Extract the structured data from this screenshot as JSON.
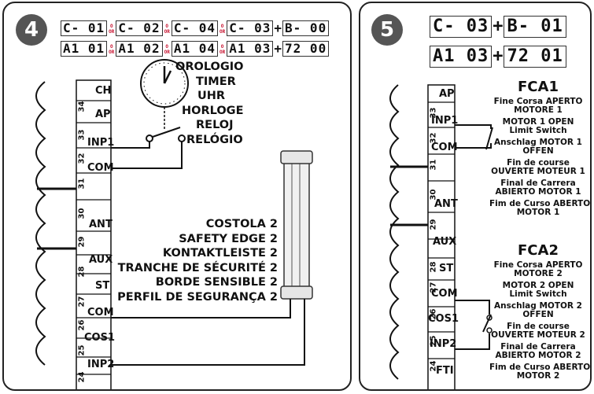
{
  "panel4": {
    "badge": "4",
    "codes_row1": [
      "C- 01",
      "C- 02",
      "C- 04",
      "C- 03",
      "B- 00"
    ],
    "codes_row2": [
      "A1 01",
      "A1 02",
      "A1 04",
      "A1 03",
      "72 00"
    ],
    "or_top": "O",
    "or_bottom": "OR",
    "plus": "+",
    "timer_labels": [
      "OROLOGIO",
      "TIMER",
      "UHR",
      "HORLOGE",
      "RELOJ",
      "RELÓGIO"
    ],
    "edge_labels": [
      "COSTOLA 2",
      "SAFETY EDGE 2",
      "KONTAKTLEISTE 2",
      "TRANCHE DE SÉCURITÉ 2",
      "BORDE SENSIBLE 2",
      "PERFIL DE SEGURANÇA 2"
    ],
    "terminals": [
      {
        "label": "CH",
        "num": ""
      },
      {
        "label": "AP",
        "num": "34"
      },
      {
        "label": "INP1",
        "num": "33"
      },
      {
        "label": "COM",
        "num": "32"
      },
      {
        "label": "",
        "num": "31"
      },
      {
        "label": "ANT",
        "num": "30"
      },
      {
        "label": "",
        "num": "29"
      },
      {
        "label": "AUX",
        "num": "28"
      },
      {
        "label": "ST",
        "num": ""
      },
      {
        "label": "COM",
        "num": "27"
      },
      {
        "label": "",
        "num": "26"
      },
      {
        "label": "COS1",
        "num": ""
      },
      {
        "label": "",
        "num": "25"
      },
      {
        "label": "INP2",
        "num": "24"
      }
    ]
  },
  "panel5": {
    "badge": "5",
    "code_row1": [
      "C- 03",
      "B- 01"
    ],
    "code_row2": [
      "A1 03",
      "72 01"
    ],
    "plus": "+",
    "fca1_title": "FCA1",
    "fca1_lines": [
      "Fine Corsa APERTO",
      "MOTORE 1",
      "MOTOR 1 OPEN",
      "Limit Switch",
      "Anschlag MOTOR 1",
      "OFFEN",
      "Fin de course",
      "OUVERTE MOTEUR 1",
      "Final de Carrera",
      "ABIERTO MOTOR 1",
      "Fim de Curso ABERTO",
      "MOTOR 1"
    ],
    "fca2_title": "FCA2",
    "fca2_lines": [
      "Fine Corsa APERTO",
      "MOTORE 2",
      "MOTOR 2 OPEN",
      "Limit Switch",
      "Anschlag MOTOR 2",
      "OFFEN",
      "Fin de course",
      "OUVERTE MOTEUR 2",
      "Final de Carrera",
      "ABIERTO MOTOR 2",
      "Fim de Curso ABERTO",
      "MOTOR 2"
    ],
    "terminals": [
      {
        "label": "AP",
        "num": ""
      },
      {
        "label": "INP1",
        "num": "33"
      },
      {
        "label": "COM",
        "num": "32"
      },
      {
        "label": "",
        "num": "31"
      },
      {
        "label": "ANT",
        "num": "30"
      },
      {
        "label": "",
        "num": "29"
      },
      {
        "label": "AUX",
        "num": ""
      },
      {
        "label": "ST",
        "num": "28"
      },
      {
        "label": "COM",
        "num": "27"
      },
      {
        "label": "COS1",
        "num": "26"
      },
      {
        "label": "INP2",
        "num": "25"
      },
      {
        "label": "FTI",
        "num": "24"
      }
    ]
  }
}
